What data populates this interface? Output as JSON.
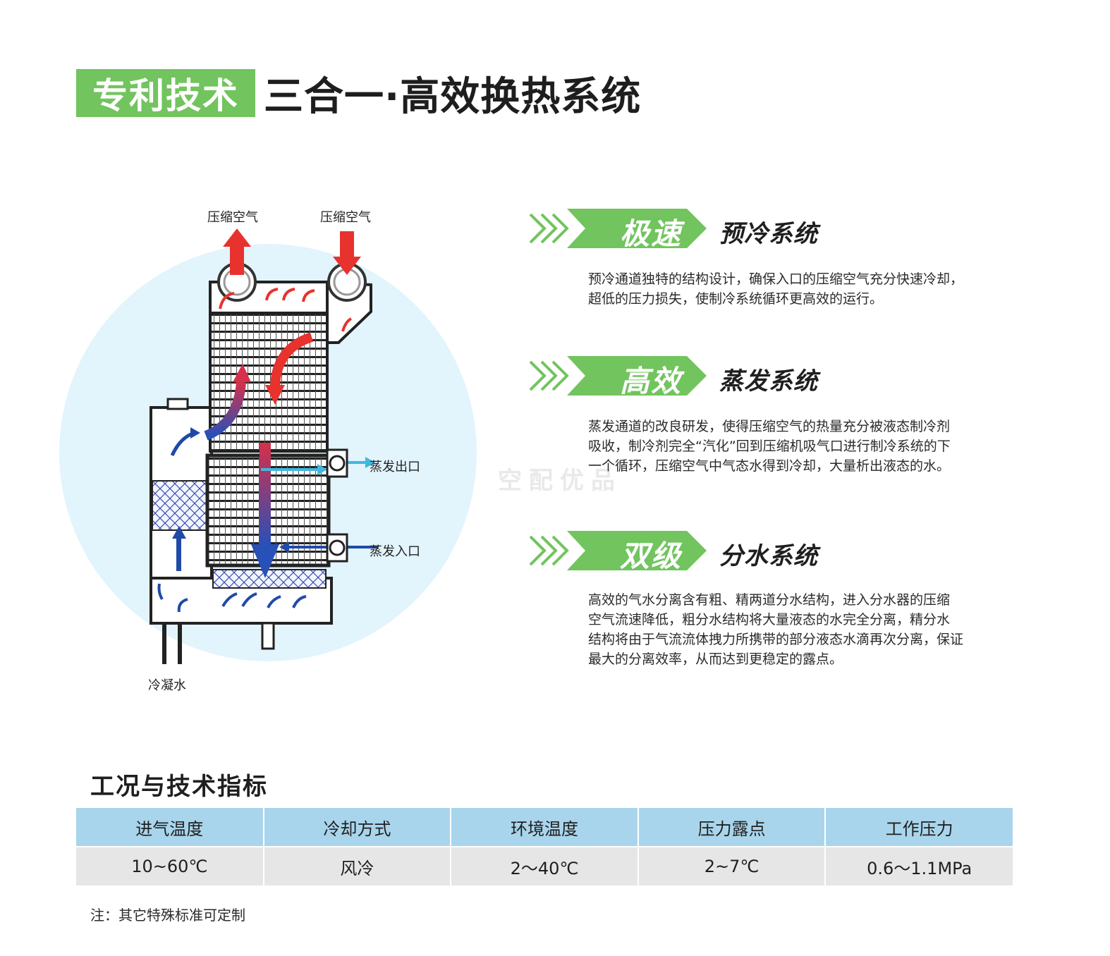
{
  "header": {
    "tag": "专利技术",
    "title": "三合一·高效换热系统"
  },
  "diagram": {
    "labels": {
      "air_out": "压缩空气",
      "air_in": "压缩空气",
      "evap_out": "蒸发出口",
      "evap_in": "蒸发入口",
      "condensate": "冷凝水"
    },
    "colors": {
      "circle": "#e2f4fc",
      "hot": "#e8322e",
      "cold": "#1f4aa8",
      "cyan": "#3fb8e0"
    }
  },
  "features": [
    {
      "keyword": "极速",
      "system": "预冷系统",
      "lines": [
        "预冷通道独特的结构设计，确保入口的压缩空气充分快速冷却，",
        "超低的压力损失，使制冷系统循环更高效的运行。"
      ]
    },
    {
      "keyword": "高效",
      "system": "蒸发系统",
      "lines": [
        "蒸发通道的改良研发，使得压缩空气的热量充分被液态制冷剂",
        "吸收，制冷剂完全“汽化”回到压缩机吸气口进行制冷系统的下",
        "一个循环，压缩空气中气态水得到冷却，大量析出液态的水。"
      ]
    },
    {
      "keyword": "双级",
      "system": "分水系统",
      "lines": [
        "高效的气水分离含有粗、精两道分水结构，进入分水器的压缩",
        "空气流速降低，粗分水结构将大量液态的水完全分离，精分水",
        "结构将由于气流流体拽力所携带的部分液态水滴再次分离，保证",
        "最大的分离效率，从而达到更稳定的露点。"
      ]
    }
  ],
  "accent": "#72c45e",
  "watermark": "空配优品",
  "specs": {
    "title": "工况与技术指标",
    "headers": [
      "进气温度",
      "冷却方式",
      "环境温度",
      "压力露点",
      "工作压力"
    ],
    "values": [
      "10~60℃",
      "风冷",
      "2～40℃",
      "2~7℃",
      "0.6～1.1MPa"
    ]
  },
  "note": "注：其它特殊标准可定制"
}
